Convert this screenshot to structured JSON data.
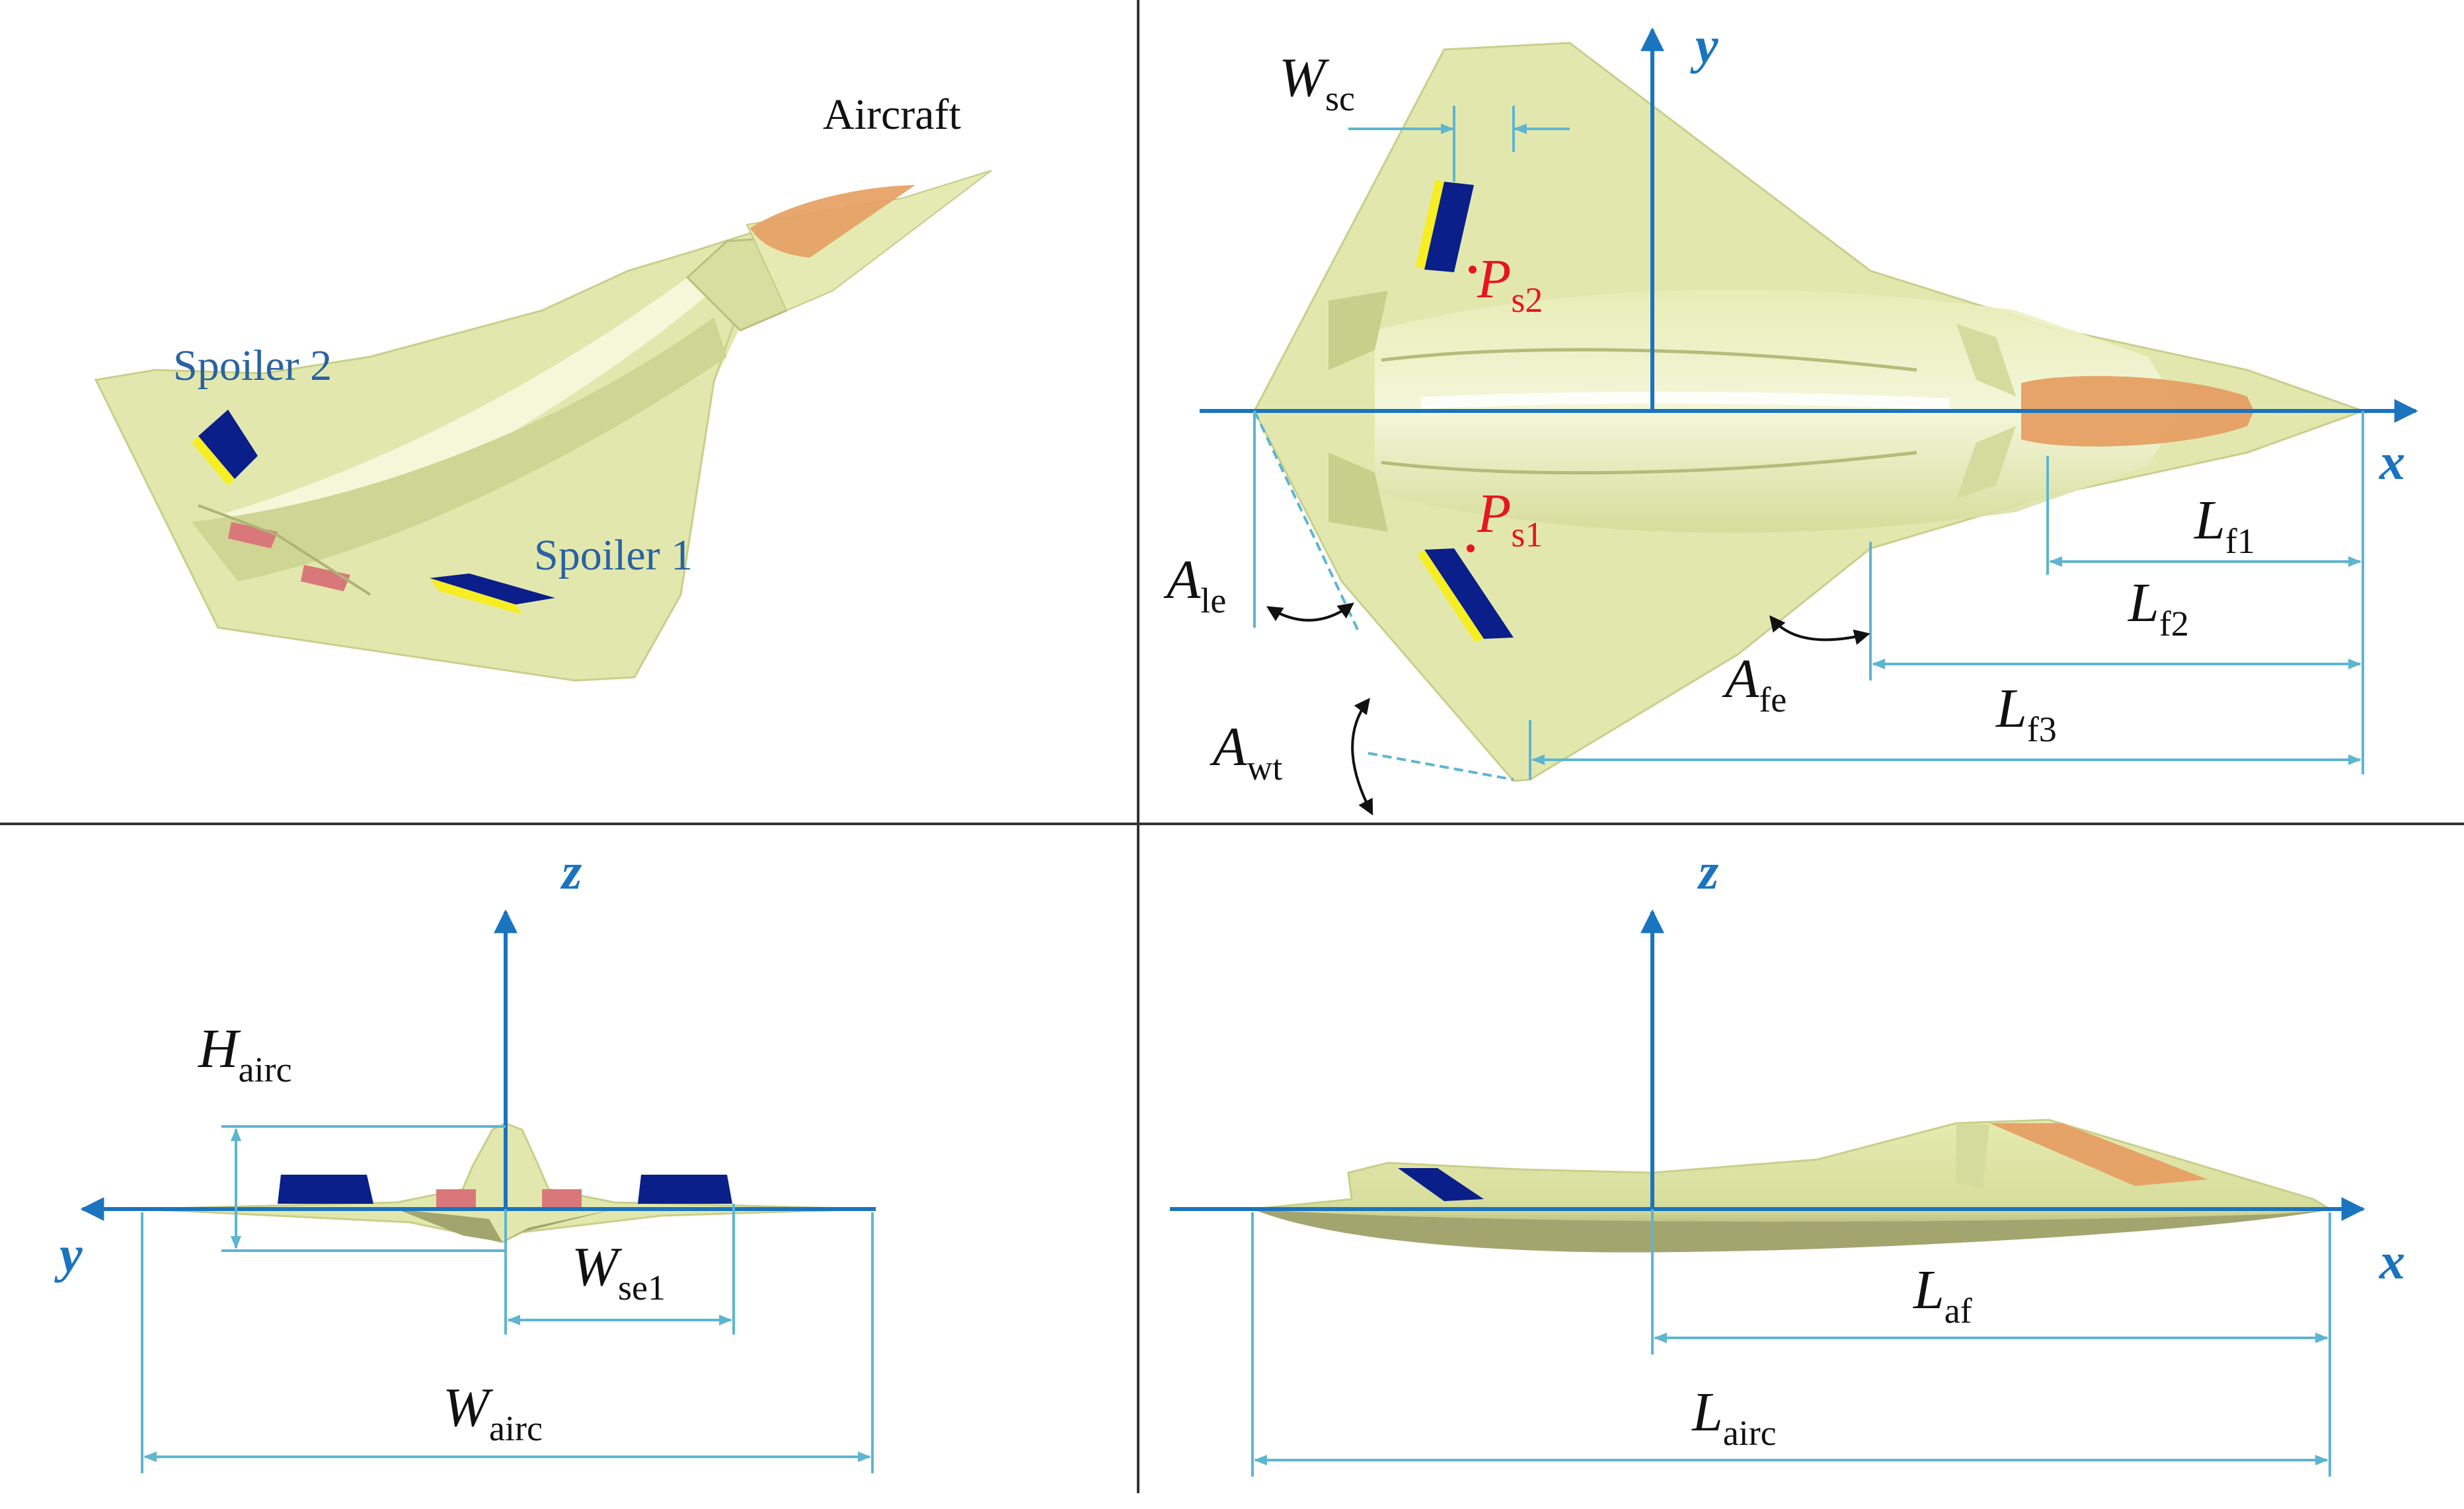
{
  "colors": {
    "body": "#e2e8ad",
    "body_dark": "#c8cf8a",
    "underside": "#a3a56e",
    "canopy": "#e69f63",
    "spoiler_blue": "#0a1f8a",
    "spoiler_yellow": "#f4ee22",
    "red_patch": "#d9787a",
    "axis_blue": "#1a74bf",
    "dim_cyan": "#5eb5d0",
    "label_blue": "#2a62a2",
    "label_red": "#e8141e",
    "divider": "#333333"
  },
  "panel_iso": {
    "title": "Aircraft",
    "spoiler2": "Spoiler 2",
    "spoiler1": "Spoiler 1"
  },
  "panel_top": {
    "axis_y": "y",
    "axis_x": "x",
    "wsc": {
      "main": "W",
      "sub": "sc"
    },
    "ps2": {
      "main": "P",
      "sub": "s2"
    },
    "ps1": {
      "main": "P",
      "sub": "s1"
    },
    "lf1": {
      "main": "L",
      "sub": "f1"
    },
    "lf2": {
      "main": "L",
      "sub": "f2"
    },
    "lf3": {
      "main": "L",
      "sub": "f3"
    },
    "ale": {
      "main": "A",
      "sub": "le"
    },
    "afe": {
      "main": "A",
      "sub": "fe"
    },
    "awt": {
      "main": "A",
      "sub": "wt"
    }
  },
  "panel_front": {
    "axis_z": "z",
    "axis_y": "y",
    "hairc": {
      "main": "H",
      "sub": "airc"
    },
    "wse1": {
      "main": "W",
      "sub": "se1"
    },
    "wairc": {
      "main": "W",
      "sub": "airc"
    }
  },
  "panel_side": {
    "axis_z": "z",
    "axis_x": "x",
    "laf": {
      "main": "L",
      "sub": "af"
    },
    "lairc": {
      "main": "L",
      "sub": "airc"
    }
  }
}
